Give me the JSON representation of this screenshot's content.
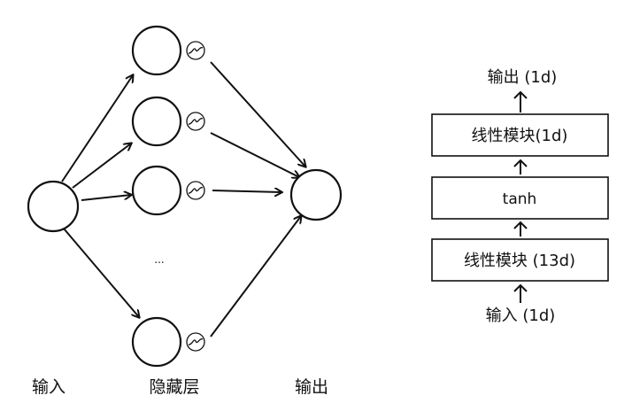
{
  "network": {
    "input_label": "输入",
    "hidden_label": "隐藏层",
    "output_label": "输出",
    "ellipsis": "..."
  },
  "stack": {
    "top_label": "输出 (1d)",
    "box_top": "线性模块(1d)",
    "box_middle": "tanh",
    "box_bottom": "线性模块 (13d)",
    "bottom_label": "输入 (1d)"
  }
}
